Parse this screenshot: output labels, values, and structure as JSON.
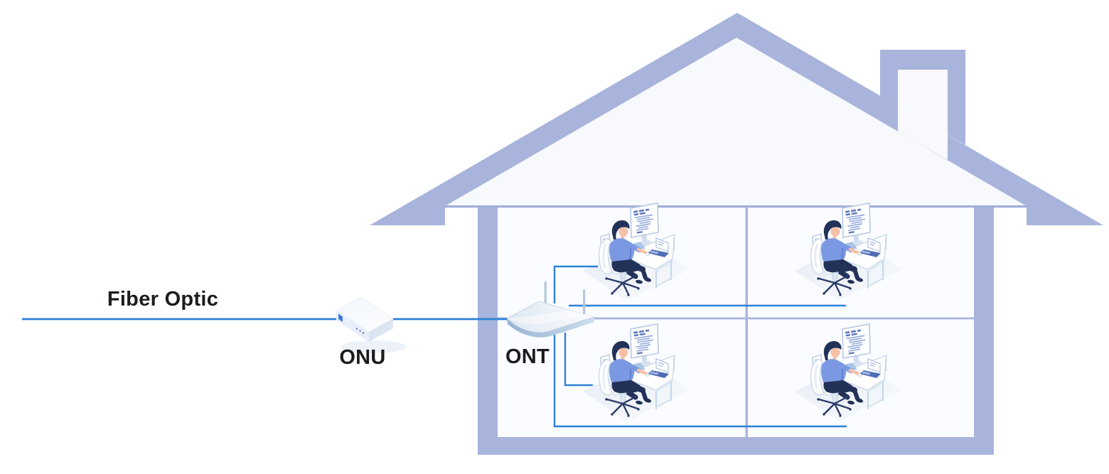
{
  "diagram": {
    "title_labels": {
      "fiber_optic": "Fiber Optic",
      "onu": "ONU",
      "ont": "ONT"
    },
    "nodes": [
      {
        "id": "fiber-optic-line",
        "type": "cable",
        "label": "Fiber Optic"
      },
      {
        "id": "onu",
        "type": "optical-network-unit-box",
        "label": "ONU"
      },
      {
        "id": "ont",
        "type": "wireless-router",
        "label": "ONT",
        "antennas": 2
      },
      {
        "id": "house",
        "type": "building-cross-section",
        "rooms": 4,
        "chimney": true
      },
      {
        "id": "workstation-top-left",
        "type": "person-at-desk-with-computer"
      },
      {
        "id": "workstation-top-right",
        "type": "person-at-desk-with-computer"
      },
      {
        "id": "workstation-bottom-left",
        "type": "person-at-desk-with-computer"
      },
      {
        "id": "workstation-bottom-right",
        "type": "person-at-desk-with-computer"
      }
    ],
    "connections": [
      {
        "from": "fiber-optic-line",
        "to": "onu"
      },
      {
        "from": "onu",
        "to": "ont"
      },
      {
        "from": "ont",
        "to": "workstation-top-left"
      },
      {
        "from": "ont",
        "to": "workstation-top-right"
      },
      {
        "from": "ont",
        "to": "workstation-bottom-left"
      },
      {
        "from": "ont",
        "to": "workstation-bottom-right"
      }
    ],
    "colors": {
      "connection_blue": "#2d81d8",
      "house_periwinkle": "#a8b4db",
      "interior_wall_line": "#aab6de",
      "room_background": "#fbfcff",
      "attic_background": "#f7f9fd",
      "label_text": "#1b1c1f",
      "person_navy": "#223158",
      "person_shirt_blue": "#7b99e2",
      "skin": "#f6c0a6",
      "device_face_light": "#e9effa",
      "code_line_blue": "#9db1dd"
    }
  }
}
